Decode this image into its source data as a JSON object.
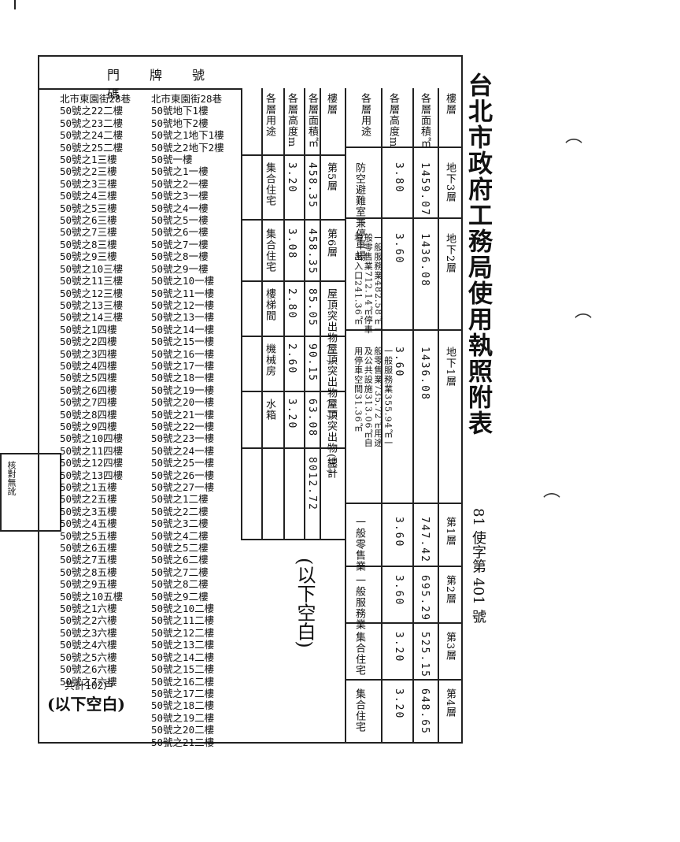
{
  "title": "台北市政府工務局使用執照附表",
  "license_no": "81 使字第 401 號",
  "door_header": "門牌號碼",
  "door_col1": [
    "北市東園街28巷",
    "50號之22二樓",
    "50號之23二樓",
    "50號之24二樓",
    "50號之25二樓",
    "50號之1三樓",
    "50號之2三樓",
    "50號之3三樓",
    "50號之4三樓",
    "50號之5三樓",
    "50號之6三樓",
    "50號之7三樓",
    "50號之8三樓",
    "50號之9三樓",
    "50號之10三樓",
    "50號之11三樓",
    "50號之12三樓",
    "50號之13三樓",
    "50號之14三樓",
    "50號之1四樓",
    "50號之2四樓",
    "50號之3四樓",
    "50號之4四樓",
    "50號之5四樓",
    "50號之6四樓",
    "50號之7四樓",
    "50號之8四樓",
    "50號之9四樓",
    "50號之10四樓",
    "50號之11四樓",
    "50號之12四樓",
    "50號之13四樓",
    "50號之1五樓",
    "50號之2五樓",
    "50號之3五樓",
    "50號之4五樓",
    "50號之5五樓",
    "50號之6五樓",
    "50號之7五樓",
    "50號之8五樓",
    "50號之9五樓",
    "50號之10五樓",
    "50號之1六樓",
    "50號之2六樓",
    "50號之3六樓",
    "50號之4六樓",
    "50號之5六樓",
    "50號之6六樓",
    "50號之7六樓"
  ],
  "door_col2": [
    "北市東園街28巷",
    "50號地下1樓",
    "50號地下2樓",
    "50號之1地下1樓",
    "50號之2地下2樓",
    "50號一樓",
    "50號之1一樓",
    "50號之2一樓",
    "50號之3一樓",
    "50號之4一樓",
    "50號之5一樓",
    "50號之6一樓",
    "50號之7一樓",
    "50號之8一樓",
    "50號之9一樓",
    "50號之10一樓",
    "50號之11一樓",
    "50號之12一樓",
    "50號之13一樓",
    "50號之14一樓",
    "50號之15一樓",
    "50號之16一樓",
    "50號之17一樓",
    "50號之18一樓",
    "50號之19一樓",
    "50號之20一樓",
    "50號之21一樓",
    "50號之22一樓",
    "50號之23一樓",
    "50號之24一樓",
    "50號之25一樓",
    "50號之26一樓",
    "50號之27一樓",
    "50號之1二樓",
    "50號之2二樓",
    "50號之3二樓",
    "50號之4二樓",
    "50號之5二樓",
    "50號之6二樓",
    "50號之7二樓",
    "50號之8二樓",
    "50號之9二樓",
    "50號之10二樓",
    "50號之11二樓",
    "50號之12二樓",
    "50號之13二樓",
    "50號之14二樓",
    "50號之15二樓",
    "50號之16二樓",
    "50號之17二樓",
    "50號之18二樓",
    "50號之19二樓",
    "50號之20二樓",
    "50號之21二樓"
  ],
  "total_households": "共計102戶",
  "blank_note": "(以下空白)",
  "blank_note_mid": "(以下空白)",
  "row_labels": {
    "floor": "樓層",
    "area": "各層面積㎡",
    "height": "各層高度m",
    "use": "各層用途",
    "floor2": "樓層",
    "area2": "各層面積㎡",
    "height2": "各層高度m",
    "use2": "各層用途"
  },
  "floors_right": [
    {
      "floor": "地下3層",
      "area": "1459.07",
      "height": "3.80",
      "use": "防空避難室兼停車場"
    },
    {
      "floor": "地下2層",
      "area": "1436.08",
      "height": "3.60",
      "use": "一般服務業482.58㎡一般零售業712.14㎡停車場、出入口241.36㎡"
    },
    {
      "floor": "地下1層",
      "area": "1436.08",
      "height": "3.60",
      "use": "一般服務業355.94㎡一般零售業735.72㎡用途及公共設施313.06㎡自用停車空間31.36㎡"
    },
    {
      "floor": "第1層",
      "area": "747.42",
      "height": "3.60",
      "use": "一般零售業"
    },
    {
      "floor": "第2層",
      "area": "695.29",
      "height": "3.60",
      "use": "一般服務業"
    },
    {
      "floor": "第3層",
      "area": "525.15",
      "height": "3.20",
      "use": "集合住宅"
    },
    {
      "floor": "第4層",
      "area": "648.65",
      "height": "3.20",
      "use": "集合住宅"
    }
  ],
  "floors_left": [
    {
      "floor": "第5層",
      "area": "458.35",
      "height": "3.20",
      "use": "集合住宅"
    },
    {
      "floor": "第6層",
      "area": "458.35",
      "height": "3.08",
      "use": "集合住宅"
    },
    {
      "floor": "屋頂突出物(一)",
      "area": "85.05",
      "height": "2.80",
      "use": "樓梯間"
    },
    {
      "floor": "屋頂突出物(二)",
      "area": "90.15",
      "height": "2.60",
      "use": "機械房"
    },
    {
      "floor": "屋頂突出物(三)",
      "area": "63.08",
      "height": "3.20",
      "use": "水箱"
    },
    {
      "floor": "總計",
      "area": "8012.72",
      "height": "",
      "use": ""
    }
  ],
  "stamp_text": "核對無訛"
}
